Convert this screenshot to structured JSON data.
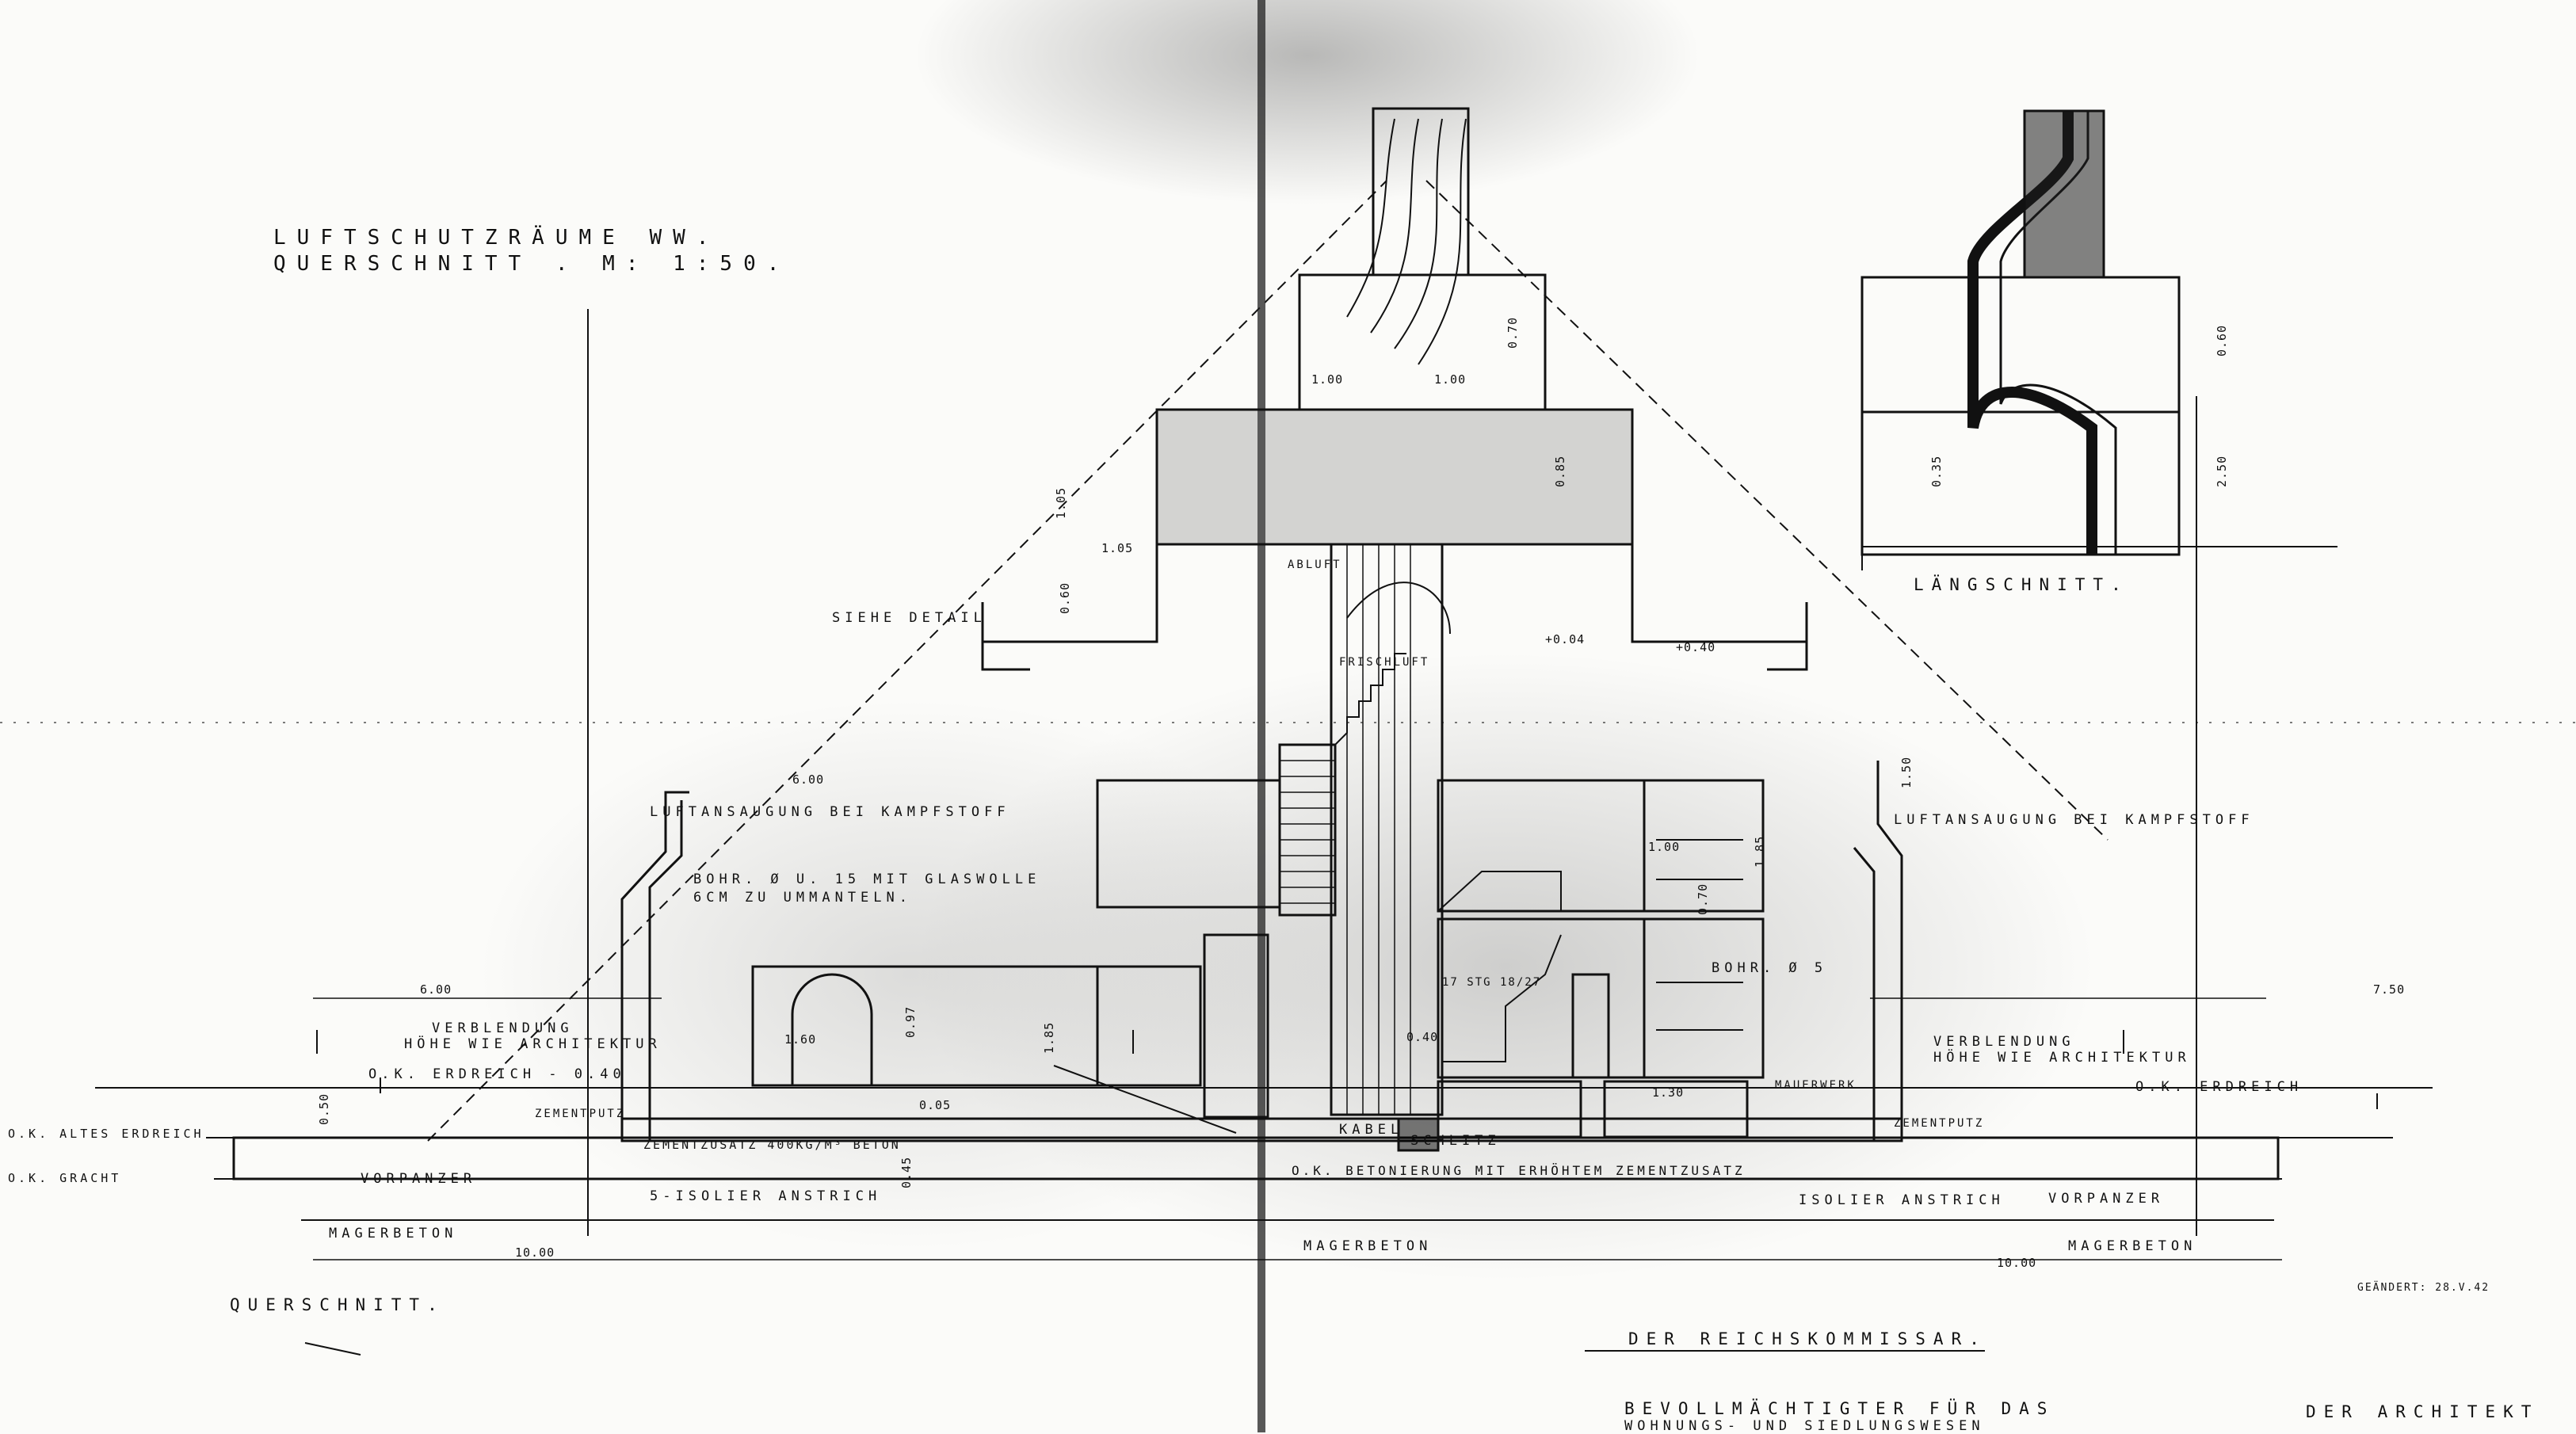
{
  "title": {
    "line1": "LUFTSCHUTZRÄUME  WW.",
    "line2": "QUERSCHNITT . M: 1:50."
  },
  "section_label": "QUERSCHNITT.",
  "detail_label": "LÄNGSCHNITT.",
  "annotations": {
    "siehe_detail": "SIEHE DETAIL",
    "luftansaugung_left": "LUFTANSAUGUNG BEI KAMPFSTOFF",
    "luftansaugung_right": "LUFTANSAUGUNG BEI KAMPFSTOFF",
    "bohrung_left_1": "BOHR. Ø U. 15 MIT GLASWOLLE",
    "bohrung_left_2": "6cm ZU UMMANTELN.",
    "bohrung_right": "BOHR. Ø 5",
    "verblendung_left_1": "VERBLENDUNG",
    "verblendung_left_2": "HÖHE WIE ARCHITEKTUR",
    "verblendung_right_1": "VERBLENDUNG",
    "verblendung_right_2": "HÖHE WIE ARCHITEKTUR",
    "ok_erdreich_left": "O.K. ERDREICH - 0.40",
    "ok_erdreich_right": "O.K. ERDREICH",
    "ok_alter_erdreich": "O.K. ALTES ERDREICH",
    "ok_gracht": "O.K. GRACHT",
    "zementputz_left": "ZEMENTPUTZ",
    "zementputz_right": "ZEMENTPUTZ",
    "zementzusatz": "ZEMENTZUSATZ 400kg/m³ BETON",
    "vorpanzer_left": "VORPANZER",
    "vorpanzer_right": "VORPANZER",
    "isolier_left": "5-ISOLIER ANSTRICH",
    "isolier_right": "ISOLIER ANSTRICH",
    "magerbeton_left": "MAGERBETON",
    "magerbeton_center": "MAGERBETON",
    "magerbeton_right": "MAGERBETON",
    "betonierung": "O.K. BETONIERUNG MIT ERHÖHTEM ZEMENTZUSATZ",
    "kabel": "KABEL",
    "schlitz": "SCHLITZ",
    "abluft": "ABLUFT",
    "frischluft": "FRISCHLUFT",
    "mauerwerk": "MAUERWERK",
    "stg": "17 STG 18/27",
    "geaendert": "GEÄNDERT: 28.V.42"
  },
  "dimensions": {
    "d600_left": "6.00",
    "d600_mid": "6.00",
    "d750": "7.50",
    "d1000_left": "10.00",
    "d1000_right": "10.00",
    "d105": "1.05",
    "d100a": "1.00",
    "d100b": "1.00",
    "d070": "0.70",
    "d085": "0.85",
    "d105d": "1.05",
    "d250": "2.50",
    "d060": "0.60",
    "d040": "+0.40",
    "d035": "0.35",
    "d045": "0.45",
    "d050": "0.50",
    "d060b": "0.60",
    "d097": "0.97",
    "d185": "1.85",
    "d160": "1.60",
    "d150": "1.50",
    "d070b": "0.70",
    "d185b": "1.85",
    "d005": "0.05",
    "d004": "+0.04",
    "d100c": "1.00",
    "d130": "1.30",
    "d040b": "0.40"
  },
  "signatures": {
    "reichskommissar": "DER REICHSKOMMISSAR.",
    "bevollmaechtigter_1": "BEVOLLMÄCHTIGTER FÜR DAS",
    "bevollmaechtigter_2": "WOHNUNGS- UND SIEDLUNGSWESEN",
    "architekt": "DER ARCHITEKT"
  }
}
